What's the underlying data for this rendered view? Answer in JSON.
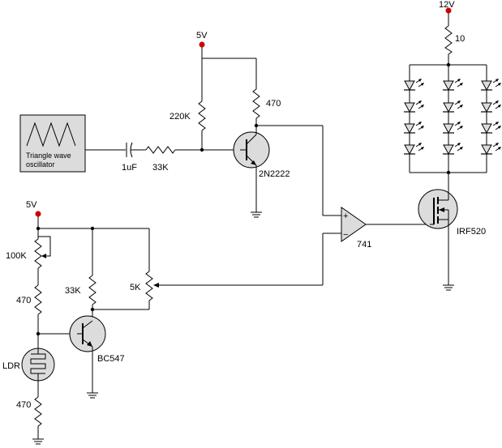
{
  "supplies": {
    "top_5v": "5V",
    "left_5v": "5V",
    "top_12v": "12V"
  },
  "oscillator": {
    "line1": "Triangle wave",
    "line2": "oscillator"
  },
  "components": {
    "cap_1uf": "1uF",
    "res_33k_series": "33K",
    "res_220k": "220K",
    "res_470_collector": "470",
    "transistor_2n2222": "2N2222",
    "res_10": "10",
    "mosfet_irf520": "IRF520",
    "opamp_741": "741",
    "opamp_plus": "+",
    "opamp_minus": "−",
    "res_100k_pot": "100K",
    "res_470_upper": "470",
    "ldr": "LDR",
    "res_470_lower": "470",
    "res_33k_bias": "33K",
    "pot_5k": "5K",
    "transistor_bc547": "BC547"
  },
  "colors": {
    "supply_dot": "#cc0000",
    "component_fill": "#dcdcdc"
  }
}
